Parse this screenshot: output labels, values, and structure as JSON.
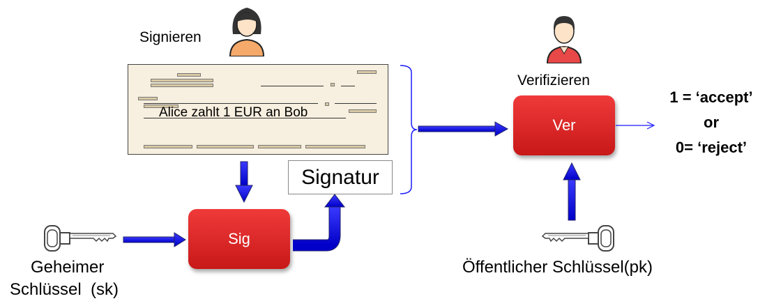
{
  "signer": {
    "label": "Signieren",
    "icon": "woman-person-icon"
  },
  "verifier": {
    "label": "Verifizieren",
    "icon": "man-person-icon"
  },
  "document": {
    "text": "Alice zahlt 1 EUR an Bob"
  },
  "signature": {
    "label": "Signatur"
  },
  "sig_box": {
    "label": "Sig"
  },
  "ver_box": {
    "label": "Ver"
  },
  "secret_key": {
    "line1": "Geheimer",
    "line2": "Schlüssel  (sk)",
    "icon": "key-icon"
  },
  "public_key": {
    "label": "Öffentlicher Schlüssel(pk)",
    "icon": "key-icon"
  },
  "result": {
    "line1": "1 = ‘accept’",
    "line2": "or",
    "line3": "0= ‘reject’"
  },
  "colors": {
    "arrow": "#1a1aff",
    "box": "#e02626",
    "bracket": "#1a1aff"
  }
}
